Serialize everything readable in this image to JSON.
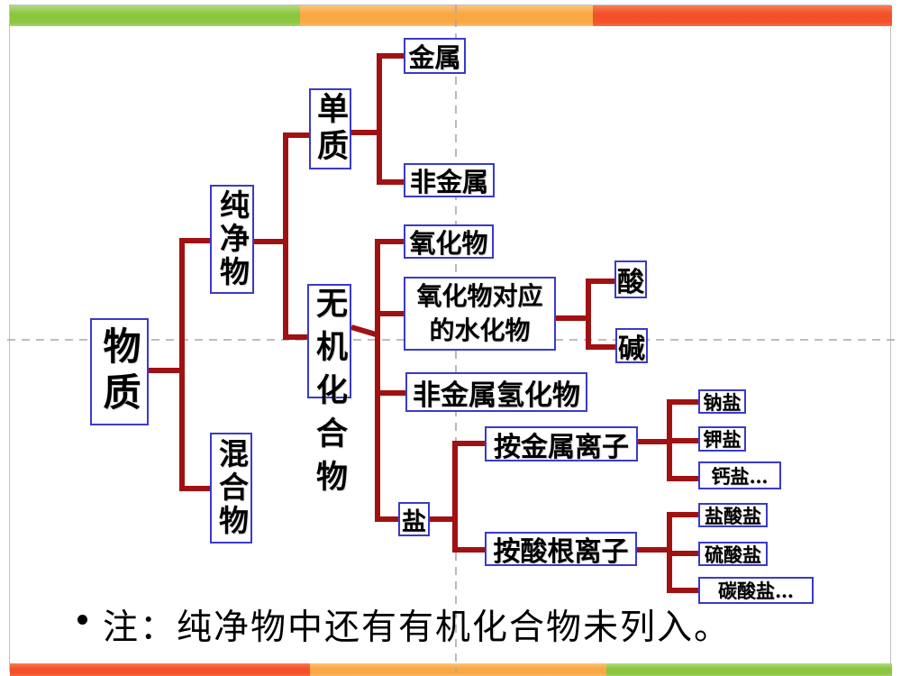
{
  "slide": {
    "top_bar_colors": [
      "#8cc63e",
      "#f9a843",
      "#f4512a"
    ],
    "bottom_bar_colors": [
      "#f4512a",
      "#f9a843",
      "#8cc63e"
    ],
    "connector_color": "#a01212",
    "box_border_color": "#3a3acb",
    "guide_color": "#a8a8a8"
  },
  "diagram": {
    "root": {
      "label": "物质"
    },
    "nodes": {
      "pure": {
        "label": "纯净物"
      },
      "mixture": {
        "label": "混合物"
      },
      "element": {
        "label": "单质"
      },
      "metal": {
        "label": "金属"
      },
      "nonmetal": {
        "label": "非金属"
      },
      "inorganic": {
        "label": "无机化合物"
      },
      "oxide": {
        "label": "氧化物"
      },
      "hydrate": {
        "line1": "氧化物对应",
        "line2": "的水化物"
      },
      "acid": {
        "label": "酸"
      },
      "base": {
        "label": "碱"
      },
      "nonmetal_hydride": {
        "label": "非金属氢化物"
      },
      "salt": {
        "label": "盐"
      },
      "by_metal_ion": {
        "label": "按金属离子"
      },
      "by_acid_radical": {
        "label": "按酸根离子"
      },
      "sodium_salt": {
        "label": "钠盐"
      },
      "potassium_salt": {
        "label": "钾盐"
      },
      "calcium_salt": {
        "label": "钙盐…"
      },
      "chloride_salt": {
        "label": "盐酸盐"
      },
      "sulfate_salt": {
        "label": "硫酸盐"
      },
      "carbonate_salt": {
        "label": "碳酸盐…"
      }
    }
  },
  "note": {
    "text": "注：纯净物中还有有机化合物未列入。"
  }
}
